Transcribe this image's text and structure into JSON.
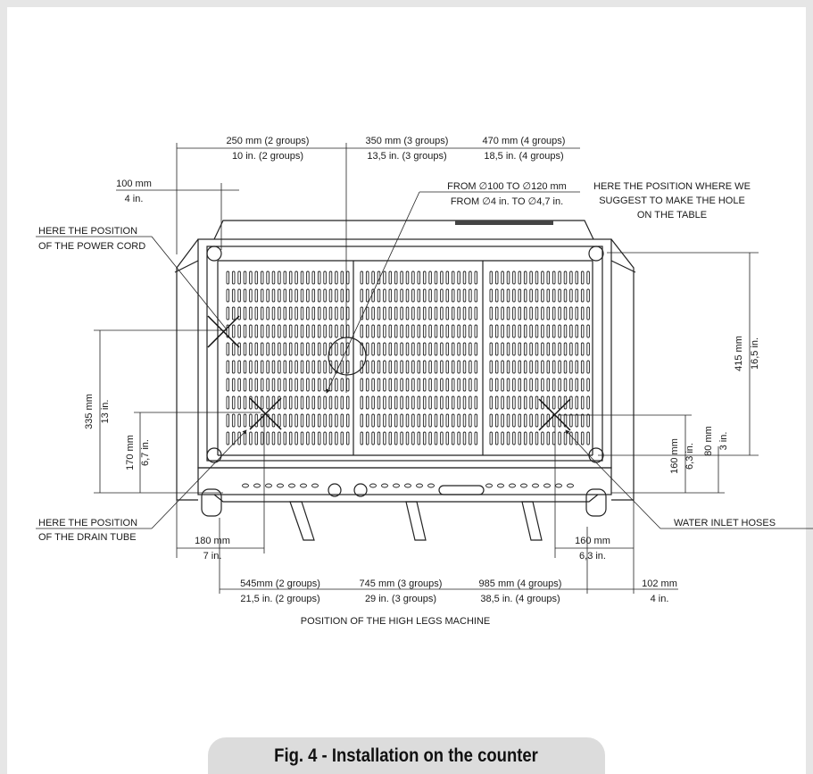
{
  "dimensions": {
    "width_2groups": {
      "mm": "250 mm (2 groups)",
      "in": "10 in. (2 groups)"
    },
    "width_3groups": {
      "mm": "350 mm (3 groups)",
      "in": "13,5 in. (3 groups)"
    },
    "width_4groups": {
      "mm": "470 mm (4 groups)",
      "in": "18,5 in. (4 groups)"
    },
    "left_100": {
      "mm": "100 mm",
      "in": "4 in."
    },
    "hole_diameter": {
      "mm": "FROM ∅100 TO ∅120 mm",
      "in": "FROM ∅4 in. TO ∅4,7 in."
    },
    "height_335": {
      "mm": "335 mm",
      "in": "13 in."
    },
    "height_170": {
      "mm": "170 mm",
      "in": "6,7 in."
    },
    "height_415": {
      "mm": "415 mm",
      "in": "16,5 in."
    },
    "height_160": {
      "mm": "160 mm",
      "in": "6,3 in."
    },
    "height_80": {
      "mm": "80 mm",
      "in": "3 in."
    },
    "bottom_180": {
      "mm": "180 mm",
      "in": "7 in."
    },
    "bottom_160": {
      "mm": "160 mm",
      "in": "6,3 in."
    },
    "bottom_102": {
      "mm": "102 mm",
      "in": "4 in."
    },
    "length_2groups": {
      "mm": "545mm (2 groups)",
      "in": "21,5 in. (2 groups)"
    },
    "length_3groups": {
      "mm": "745 mm (3 groups)",
      "in": "29 in. (3 groups)"
    },
    "length_4groups": {
      "mm": "985 mm (4 groups)",
      "in": "38,5 in. (4 groups)"
    }
  },
  "callouts": {
    "power_cord": [
      "HERE THE POSITION",
      "OF THE POWER CORD"
    ],
    "hole": [
      "HERE THE POSITION WHERE WE",
      "SUGGEST TO MAKE THE HOLE",
      "ON THE TABLE"
    ],
    "drain_tube": [
      "HERE THE POSITION",
      "OF THE DRAIN TUBE"
    ],
    "water_inlet": "WATER INLET HOSES"
  },
  "subtitle": "POSITION OF THE HIGH LEGS MACHINE",
  "caption": "Fig. 4 - Installation on the counter"
}
